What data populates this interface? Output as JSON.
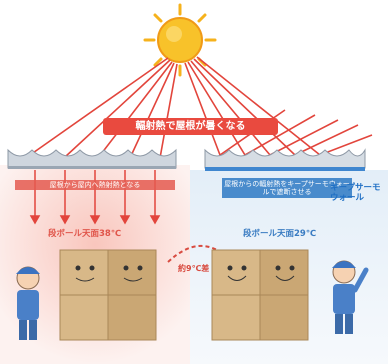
{
  "labels": {
    "banner": "輻射熱で屋根が暑くなる",
    "left_note": "屋根から屋内へ熱射熱となる",
    "right_note": "屋根からの輻射熱をキープサーモウォールで遮断させる",
    "product": "キープサーモウォール",
    "left_temp": "段ボール天面38℃",
    "right_temp": "段ボール天面29℃",
    "difference": "約9℃差"
  },
  "colors": {
    "sun": "#f6b21c",
    "heat_ray": "#e2453c",
    "reflect": "#3f86cf",
    "box": "#d7b98a",
    "warm_glow": "#f7b8b0",
    "cool_glow": "#d7e6f5"
  },
  "icons": [
    "sun-icon",
    "arrow-right-icon",
    "worker-icon",
    "box-icon"
  ]
}
